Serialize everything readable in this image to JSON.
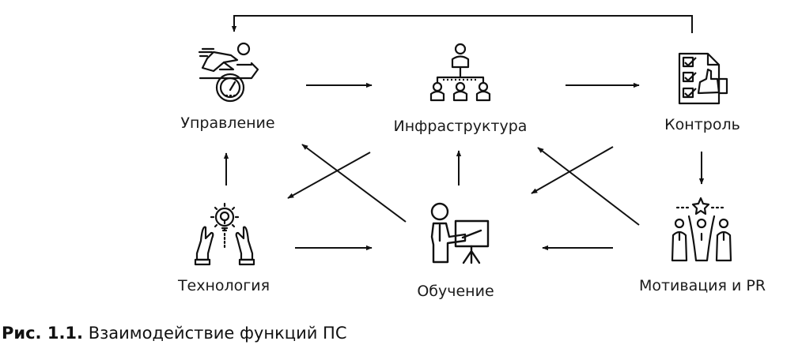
{
  "figure": {
    "caption_label": "Рис. 1.1.",
    "caption_text": " Взаимодействие функций ПС"
  },
  "nodes": {
    "management": {
      "label": "Управление",
      "icon": "sprinter-speedometer-icon"
    },
    "infrastructure": {
      "label": "Инфраструктура",
      "icon": "org-hierarchy-icon"
    },
    "control": {
      "label": "Контроль",
      "icon": "checklist-thumbs-up-icon"
    },
    "technology": {
      "label": "Технология",
      "icon": "hands-lightbulb-gear-icon"
    },
    "training": {
      "label": "Обучение",
      "icon": "presenter-board-icon"
    },
    "motivation": {
      "label": "Мотивация и PR",
      "icon": "team-star-icon"
    }
  },
  "edges": [
    {
      "from": "management",
      "to": "infrastructure"
    },
    {
      "from": "infrastructure",
      "to": "control"
    },
    {
      "from": "control",
      "to": "motivation"
    },
    {
      "from": "control",
      "to": "management"
    },
    {
      "from": "technology",
      "to": "management"
    },
    {
      "from": "technology",
      "to": "training"
    },
    {
      "from": "motivation",
      "to": "training"
    },
    {
      "from": "training",
      "to": "infrastructure"
    },
    {
      "from": "training",
      "to": "management"
    },
    {
      "from": "infrastructure",
      "to": "technology"
    },
    {
      "from": "motivation",
      "to": "infrastructure"
    },
    {
      "from": "control",
      "to": "training"
    }
  ]
}
